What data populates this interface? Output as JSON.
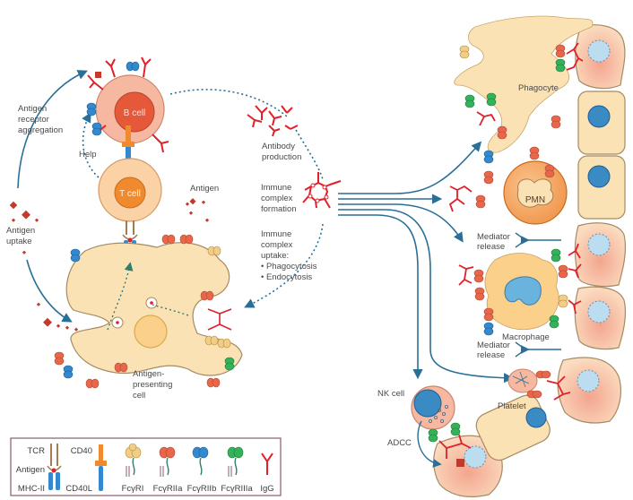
{
  "colors": {
    "cell_fill": "#fbe2b4",
    "cell_stroke": "#a58a63",
    "arrow_blue": "#2a6f97",
    "dotted_teal": "#2e7f6f",
    "igg_red": "#e0202a",
    "bcell_outer": "#f6b8a0",
    "bcell_inner": "#e6583a",
    "tcell_outer": "#fbd1a6",
    "tcell_inner": "#ef8a2e",
    "target_cell": "#f8d2b6",
    "nucleus_blue": "#3a8ac4",
    "fcgr1": "#f2cd86",
    "fcgr2a": "#e8674a",
    "fcgr2b": "#3488cf",
    "fcgr3a": "#34b25a",
    "legend_border": "#8a5b6d"
  },
  "left_panel": {
    "antigen_receptor_aggregation": [
      "Antigen",
      "receptor",
      "aggregation"
    ],
    "help": "Help",
    "b_cell": "B cell",
    "t_cell": "T cell",
    "antigen": "Antigen",
    "antigen_uptake": [
      "Antigen",
      "uptake"
    ],
    "antigen_presenting_cell": [
      "Antigen-",
      "presenting",
      "cell"
    ]
  },
  "center_panel": {
    "antibody_production": [
      "Antibody",
      "production"
    ],
    "immune_complex_formation": [
      "Immune",
      "complex",
      "formation"
    ],
    "immune_complex_uptake": [
      "Immune",
      "complex",
      "uptake:"
    ],
    "uptake_items": [
      "• Phagocytosis",
      "• Endocytosis"
    ]
  },
  "right_panel": {
    "phagocyte": "Phagocyte",
    "pmn": "PMN",
    "mediator_release_1": [
      "Mediator",
      "release"
    ],
    "macrophage": "Macrophage",
    "mediator_release_2": [
      "Mediator",
      "release"
    ],
    "nk_cell": "NK cell",
    "platelet": "Platelet",
    "adcc": "ADCC"
  },
  "legend": {
    "tcr": "TCR",
    "antigen": "Antigen",
    "mhc_ii": "MHC-II",
    "cd40": "CD40",
    "cd40l": "CD40L",
    "items": [
      "FcγRI",
      "FcγRIIa",
      "FcγRIIb",
      "FcγRIIIa",
      "IgG"
    ]
  }
}
